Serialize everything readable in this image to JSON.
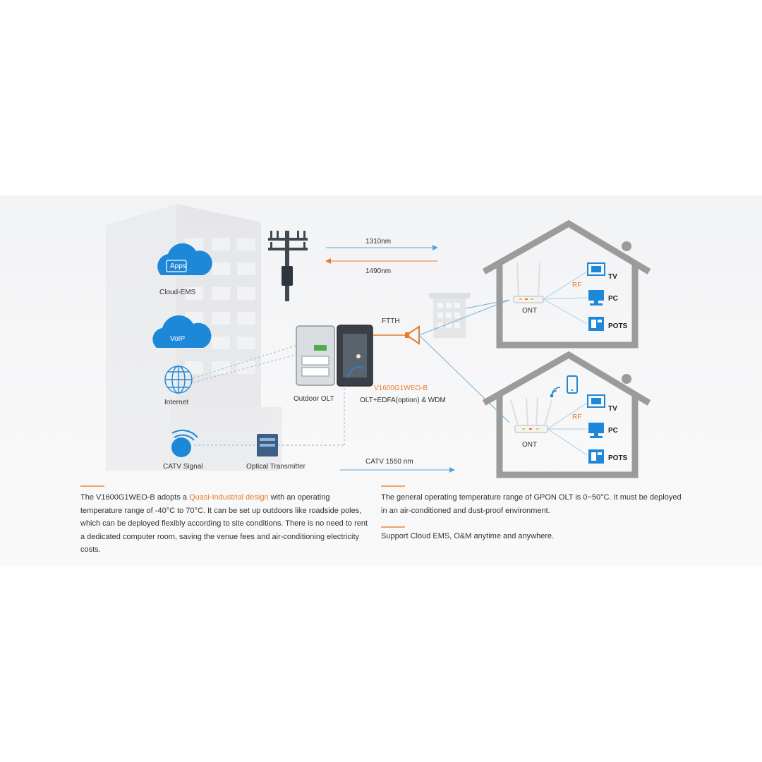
{
  "diagram": {
    "labels": {
      "apps": "Apps",
      "cloud_ems": "Cloud-EMS",
      "voip": "VoIP",
      "internet": "Internet",
      "catv_signal": "CATV Signal",
      "optical_transmitter": "Optical Transmitter",
      "wavelength_up": "1310nm",
      "wavelength_down": "1490nm",
      "ftth": "FTTH",
      "outdoor_olt": "Outdoor OLT",
      "model": "V1600G1WEO-B",
      "olt_desc": "OLT+EDFA(option) & WDM",
      "catv_wavelength": "CATV  1550 nm",
      "ont_top": "ONT",
      "ont_bottom": "ONT",
      "rf_top": "RF",
      "rf_bottom": "RF",
      "tv_top": "TV",
      "pc_top": "PC",
      "pots_top": "POTS",
      "tv_bottom": "TV",
      "pc_bottom": "PC",
      "pots_bottom": "POTS"
    },
    "colors": {
      "accent_orange": "#e87a2a",
      "icon_blue": "#1e88d8",
      "line_blue": "#5ba3d6",
      "house_gray": "#9b9b9b"
    }
  },
  "text": {
    "left_before": "The V1600G1WEO-B adopts a ",
    "left_highlight": "Quasi-Industrial design",
    "left_after": " with an operating temperature range of -40°C to 70°C. It can be set up outdoors like roadside poles, which can be deployed flexibly according to site conditions. There is no need to rent a dedicated computer room, saving the venue fees and air-conditioning electricity costs.",
    "right_1": "The general operating temperature range of GPON OLT is 0~50°C. It must be deployed in an air-conditioned and dust-proof environment.",
    "right_2": "Support Cloud EMS, O&M anytime and anywhere."
  }
}
